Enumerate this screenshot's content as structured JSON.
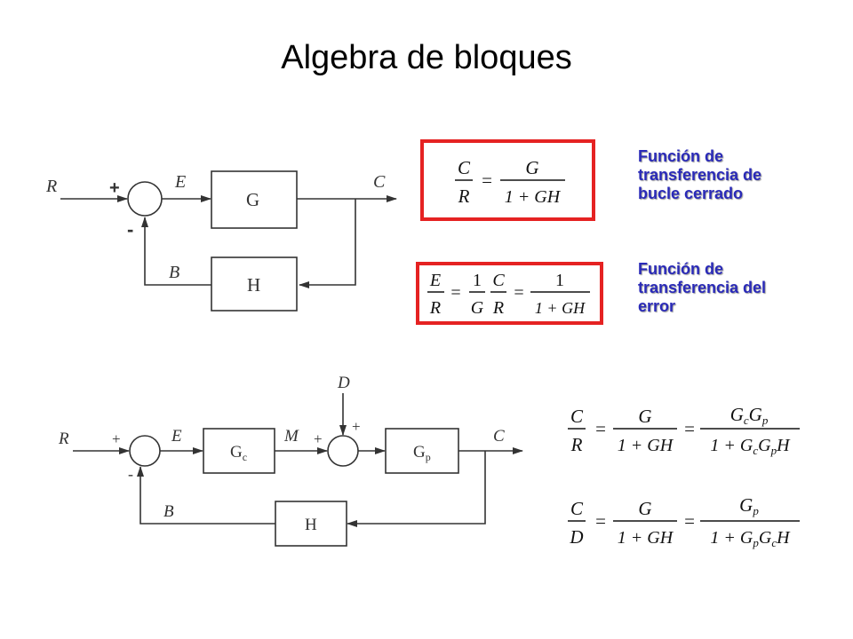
{
  "slide": {
    "title": "Algebra de bloques"
  },
  "labels": {
    "closed_loop": [
      "Función de",
      "transferencia de",
      "bucle cerrado"
    ],
    "error_tf": [
      "Función de",
      "transferencia del",
      "error"
    ]
  },
  "diagram1": {
    "R": "R",
    "E": "E",
    "C": "C",
    "B": "B",
    "G": "G",
    "H": "H",
    "plus": "+",
    "minus": "-"
  },
  "diagram2": {
    "R": "R",
    "E": "E",
    "M": "M",
    "C": "C",
    "B": "B",
    "D": "D",
    "Gc_base": "G",
    "Gc_sub": "c",
    "Gp_base": "G",
    "Gp_sub": "p",
    "H": "H",
    "plus": "+",
    "minus": "-"
  },
  "equations": {
    "eq1": {
      "C": "C",
      "R": "R",
      "G": "G",
      "den": "1 + GH"
    },
    "eq2": {
      "E": "E",
      "R": "R",
      "one": "1",
      "G": "G",
      "C": "C",
      "den": "1 + GH"
    },
    "eq3": {
      "C": "C",
      "R": "R",
      "G": "G",
      "den": "1 + GH",
      "Gc": "G",
      "c": "c",
      "Gp": "G",
      "p": "p",
      "one_plus": "1 + ",
      "H": "H"
    },
    "eq4": {
      "C": "C",
      "D": "D",
      "G": "G",
      "den": "1 + GH",
      "Gp": "G",
      "p": "p",
      "Gc": "G",
      "c": "c",
      "one_plus": "1 + ",
      "H": "H"
    }
  },
  "colors": {
    "highlight_box": "#e52222",
    "label_text": "#2a2ab8",
    "line": "#333333"
  }
}
